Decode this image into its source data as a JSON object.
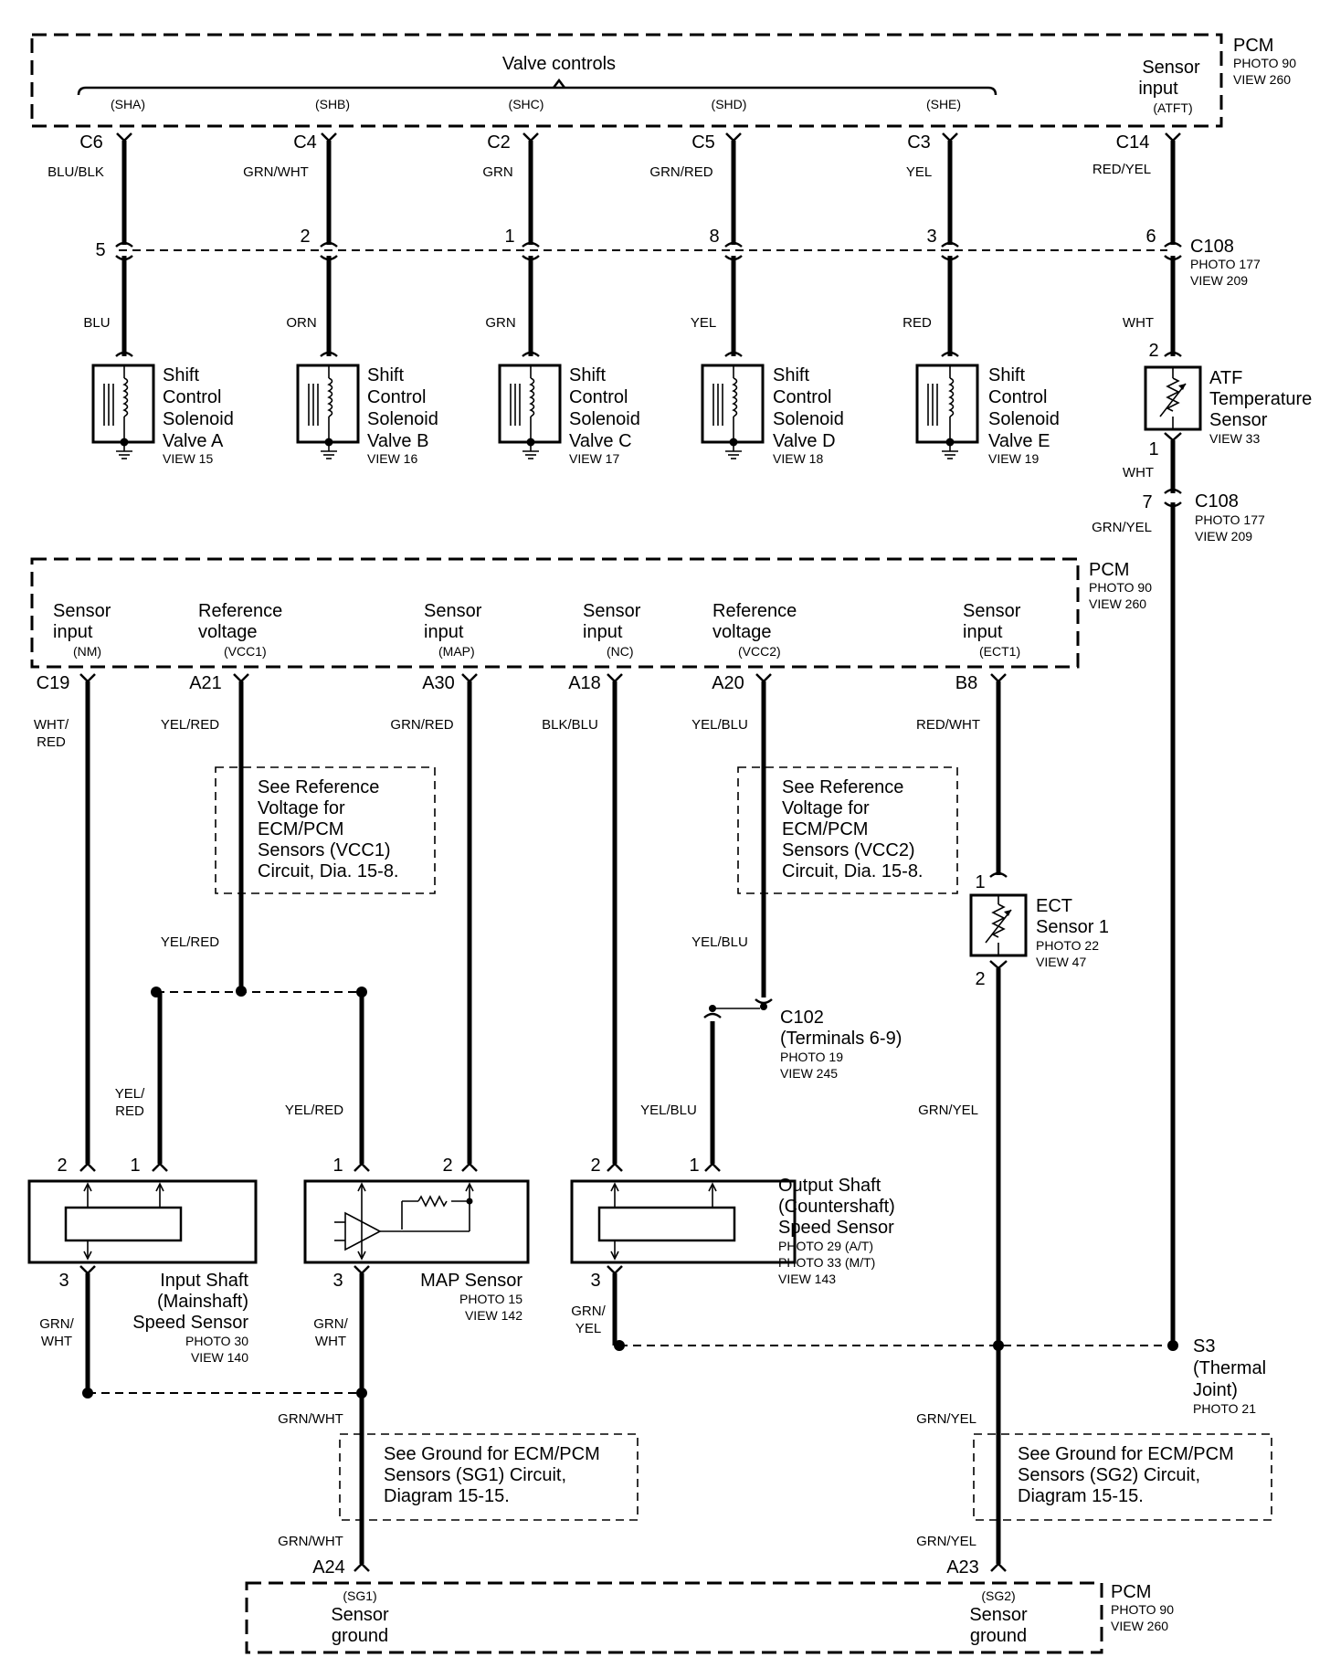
{
  "pcm_top": {
    "title": "PCM",
    "photo": "PHOTO 90",
    "view": "VIEW 260",
    "group_label": "Valve controls",
    "sensor_input": [
      "Sensor",
      "input",
      "(ATFT)"
    ]
  },
  "valves": [
    {
      "signal": "(SHA)",
      "pin": "C6",
      "wire_pcm": "BLU/BLK",
      "c108_pin": "5",
      "wire_sol": "BLU",
      "name": [
        "Shift",
        "Control",
        "Solenoid",
        "Valve A"
      ],
      "view": "VIEW 15"
    },
    {
      "signal": "(SHB)",
      "pin": "C4",
      "wire_pcm": "GRN/WHT",
      "c108_pin": "2",
      "wire_sol": "ORN",
      "name": [
        "Shift",
        "Control",
        "Solenoid",
        "Valve B"
      ],
      "view": "VIEW 16"
    },
    {
      "signal": "(SHC)",
      "pin": "C2",
      "wire_pcm": "GRN",
      "c108_pin": "1",
      "wire_sol": "GRN",
      "name": [
        "Shift",
        "Control",
        "Solenoid",
        "Valve C"
      ],
      "view": "VIEW 17"
    },
    {
      "signal": "(SHD)",
      "pin": "C5",
      "wire_pcm": "GRN/RED",
      "c108_pin": "8",
      "wire_sol": "YEL",
      "name": [
        "Shift",
        "Control",
        "Solenoid",
        "Valve D"
      ],
      "view": "VIEW 18"
    },
    {
      "signal": "(SHE)",
      "pin": "C3",
      "wire_pcm": "YEL",
      "c108_pin": "3",
      "wire_sol": "RED",
      "name": [
        "Shift",
        "Control",
        "Solenoid",
        "Valve E"
      ],
      "view": "VIEW 19"
    }
  ],
  "atf": {
    "pin": "C14",
    "wire_pcm": "RED/YEL",
    "c108_pin": "6",
    "wire_mid": "WHT",
    "pin_top": "2",
    "pin_bot": "1",
    "name": [
      "ATF",
      "Temperature",
      "Sensor"
    ],
    "view": "VIEW 33",
    "wire_low": "WHT",
    "c108b_pin": "7",
    "wire_ret": "GRN/YEL"
  },
  "c108": {
    "name": "C108",
    "photo": "PHOTO 177",
    "view": "VIEW 209"
  },
  "c108b": {
    "name": "C108",
    "photo": "PHOTO 177",
    "view": "VIEW 209"
  },
  "pcm_mid": {
    "title": "PCM",
    "photo": "PHOTO 90",
    "view": "VIEW 260",
    "cols": [
      {
        "l1": "Sensor",
        "l2": "input",
        "sig": "(NM)",
        "pin": "C19",
        "wire": [
          "WHT/",
          "RED"
        ]
      },
      {
        "l1": "Reference",
        "l2": "voltage",
        "sig": "(VCC1)",
        "pin": "A21",
        "wire": [
          "YEL/RED"
        ]
      },
      {
        "l1": "Sensor",
        "l2": "input",
        "sig": "(MAP)",
        "pin": "A30",
        "wire": [
          "GRN/RED"
        ]
      },
      {
        "l1": "Sensor",
        "l2": "input",
        "sig": "(NC)",
        "pin": "A18",
        "wire": [
          "BLK/BLU"
        ]
      },
      {
        "l1": "Reference",
        "l2": "voltage",
        "sig": "(VCC2)",
        "pin": "A20",
        "wire": [
          "YEL/BLU"
        ]
      },
      {
        "l1": "Sensor",
        "l2": "input",
        "sig": "(ECT1)",
        "pin": "B8",
        "wire": [
          "RED/WHT"
        ]
      }
    ]
  },
  "ref_notes": {
    "vcc1": [
      "See Reference",
      "Voltage for",
      "ECM/PCM",
      "Sensors (VCC1)",
      "Circuit, Dia. 15-8."
    ],
    "vcc2": [
      "See Reference",
      "Voltage for",
      "ECM/PCM",
      "Sensors (VCC2)",
      "Circuit, Dia. 15-8."
    ]
  },
  "wires_lower": {
    "vcc1_below": "YEL/RED",
    "vcc2_below": "YEL/BLU",
    "input_shaft_pin1": [
      "YEL/",
      "RED"
    ],
    "map_pin1": "YEL/RED",
    "output_pin1": "YEL/BLU",
    "ect_below": "GRN/YEL",
    "input_shaft_gnd": [
      "GRN/",
      "WHT"
    ],
    "map_gnd": [
      "GRN/",
      "WHT"
    ],
    "output_gnd": [
      "GRN/",
      "YEL"
    ],
    "sg1_a": "GRN/WHT",
    "sg1_b": "GRN/WHT",
    "sg2_a": "GRN/YEL",
    "sg2_b": "GRN/YEL"
  },
  "ect": {
    "pin_top": "1",
    "pin_bot": "2",
    "name": [
      "ECT",
      "Sensor 1"
    ],
    "photo": "PHOTO 22",
    "view": "VIEW 47"
  },
  "c102": {
    "name": "C102",
    "sub": "(Terminals 6-9)",
    "photo": "PHOTO 19",
    "view": "VIEW 245"
  },
  "input_shaft": {
    "pin_left": "2",
    "pin_right": "1",
    "pin_gnd": "3",
    "name": [
      "Input Shaft",
      "(Mainshaft)",
      "Speed Sensor"
    ],
    "photo": "PHOTO 30",
    "view": "VIEW 140"
  },
  "map_sensor": {
    "pin_left": "1",
    "pin_right": "2",
    "pin_gnd": "3",
    "name": "MAP Sensor",
    "photo": "PHOTO 15",
    "view": "VIEW 142"
  },
  "output_shaft": {
    "pin_left": "2",
    "pin_right": "1",
    "pin_gnd": "3",
    "name": [
      "Output Shaft",
      "(Countershaft)",
      "Speed Sensor"
    ],
    "photo1": "PHOTO 29 (A/T)",
    "photo2": "PHOTO 33 (M/T)",
    "view": "VIEW 143"
  },
  "s3": {
    "name": "S3",
    "l2": "(Thermal",
    "l3": "Joint)",
    "photo": "PHOTO 21"
  },
  "gnd_notes": {
    "sg1": [
      "See Ground for ECM/PCM",
      "Sensors (SG1) Circuit,",
      "Diagram 15-15."
    ],
    "sg2": [
      "See Ground for ECM/PCM",
      "Sensors (SG2) Circuit,",
      "Diagram 15-15."
    ]
  },
  "pcm_bot": {
    "title": "PCM",
    "photo": "PHOTO 90",
    "view": "VIEW 260",
    "left": {
      "pin": "A24",
      "sig": "(SG1)",
      "l1": "Sensor",
      "l2": "ground"
    },
    "right": {
      "pin": "A23",
      "sig": "(SG2)",
      "l1": "Sensor",
      "l2": "ground"
    }
  }
}
